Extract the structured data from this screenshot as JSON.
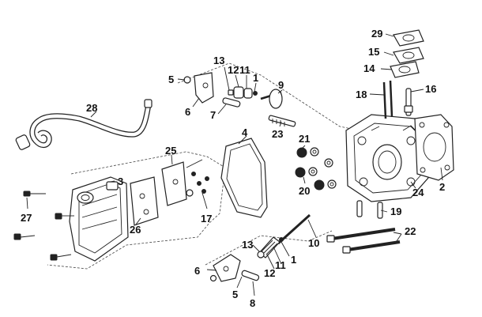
{
  "diagram": {
    "labels": {
      "p1a": "1",
      "p1b": "1",
      "p2": "2",
      "p3": "3",
      "p4": "4",
      "p5a": "5",
      "p5b": "5",
      "p6a": "6",
      "p6b": "6",
      "p7": "7",
      "p8": "8",
      "p9": "9",
      "p10": "10",
      "p11a": "11",
      "p11b": "11",
      "p12a": "12",
      "p12b": "12",
      "p13a": "13",
      "p13b": "13",
      "p14": "14",
      "p15": "15",
      "p16": "16",
      "p17": "17",
      "p18": "18",
      "p19": "19",
      "p20": "20",
      "p21": "21",
      "p22": "22",
      "p23": "23",
      "p24": "24",
      "p25": "25",
      "p26": "26",
      "p27": "27",
      "p28": "28",
      "p29": "29"
    }
  }
}
